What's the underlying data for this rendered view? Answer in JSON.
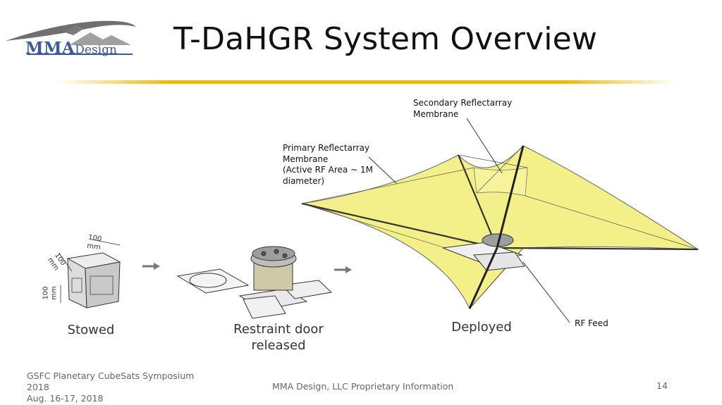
{
  "slide": {
    "title": "T-DaHGR System Overview",
    "page_number": "14"
  },
  "logo": {
    "brand_bold": "MMA",
    "brand_regular": "Design"
  },
  "callouts": {
    "secondary": "Secondary Reflectarray\nMembrane",
    "primary": "Primary Reflectarray\nMembrane\n(Active RF Area ~ 1M\ndiameter)",
    "rf_feed": "RF Feed"
  },
  "stages": {
    "stowed": "Stowed",
    "released": "Restraint door\nreleased",
    "deployed": "Deployed"
  },
  "dimensions": {
    "top": "100\nmm",
    "side": "100\nmm",
    "height": "100\nmm"
  },
  "footer": {
    "event_line1": "GSFC Planetary CubeSats Symposium",
    "event_line2": "2018",
    "event_line3": "Aug. 16-17, 2018",
    "proprietary": "MMA Design, LLC Proprietary Information"
  },
  "colors": {
    "accent_rule": "#f3b800",
    "membrane": "#f3f08a",
    "logo_blue": "#3b5a9c"
  }
}
